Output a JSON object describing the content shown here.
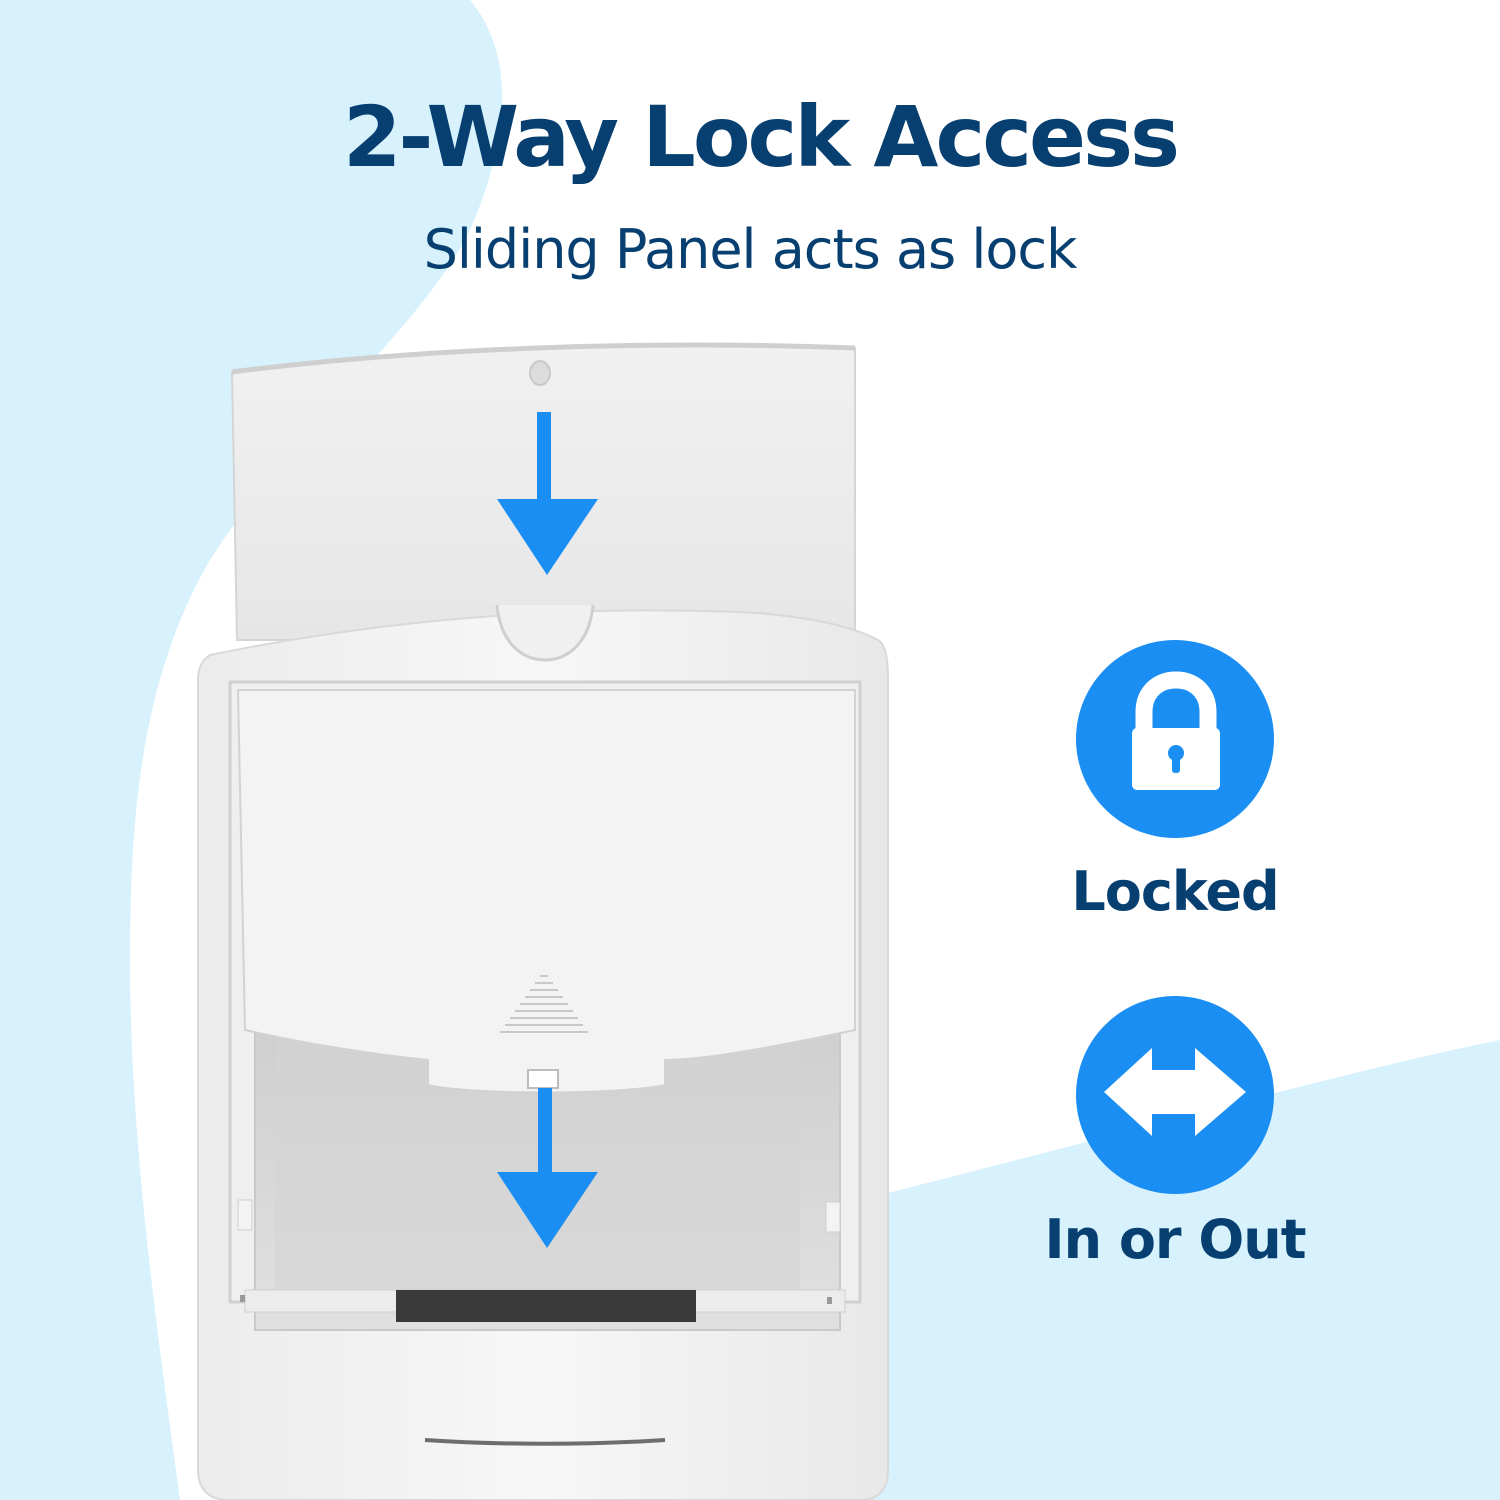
{
  "header": {
    "title": "2-Way Lock Access",
    "subtitle": "Sliding Panel acts as lock"
  },
  "product": {
    "name": "pet door with sliding lock panel",
    "arrows": [
      "down-arrow-top",
      "down-arrow-bottom"
    ]
  },
  "features": [
    {
      "icon": "lock-icon",
      "label": "Locked"
    },
    {
      "icon": "double-arrow-icon",
      "label": "In or Out"
    }
  ],
  "colors": {
    "title": "#063f70",
    "accent_blue": "#1a8ef2",
    "background_light_blue": "#d7f2fd",
    "background_white": "#ffffff"
  }
}
